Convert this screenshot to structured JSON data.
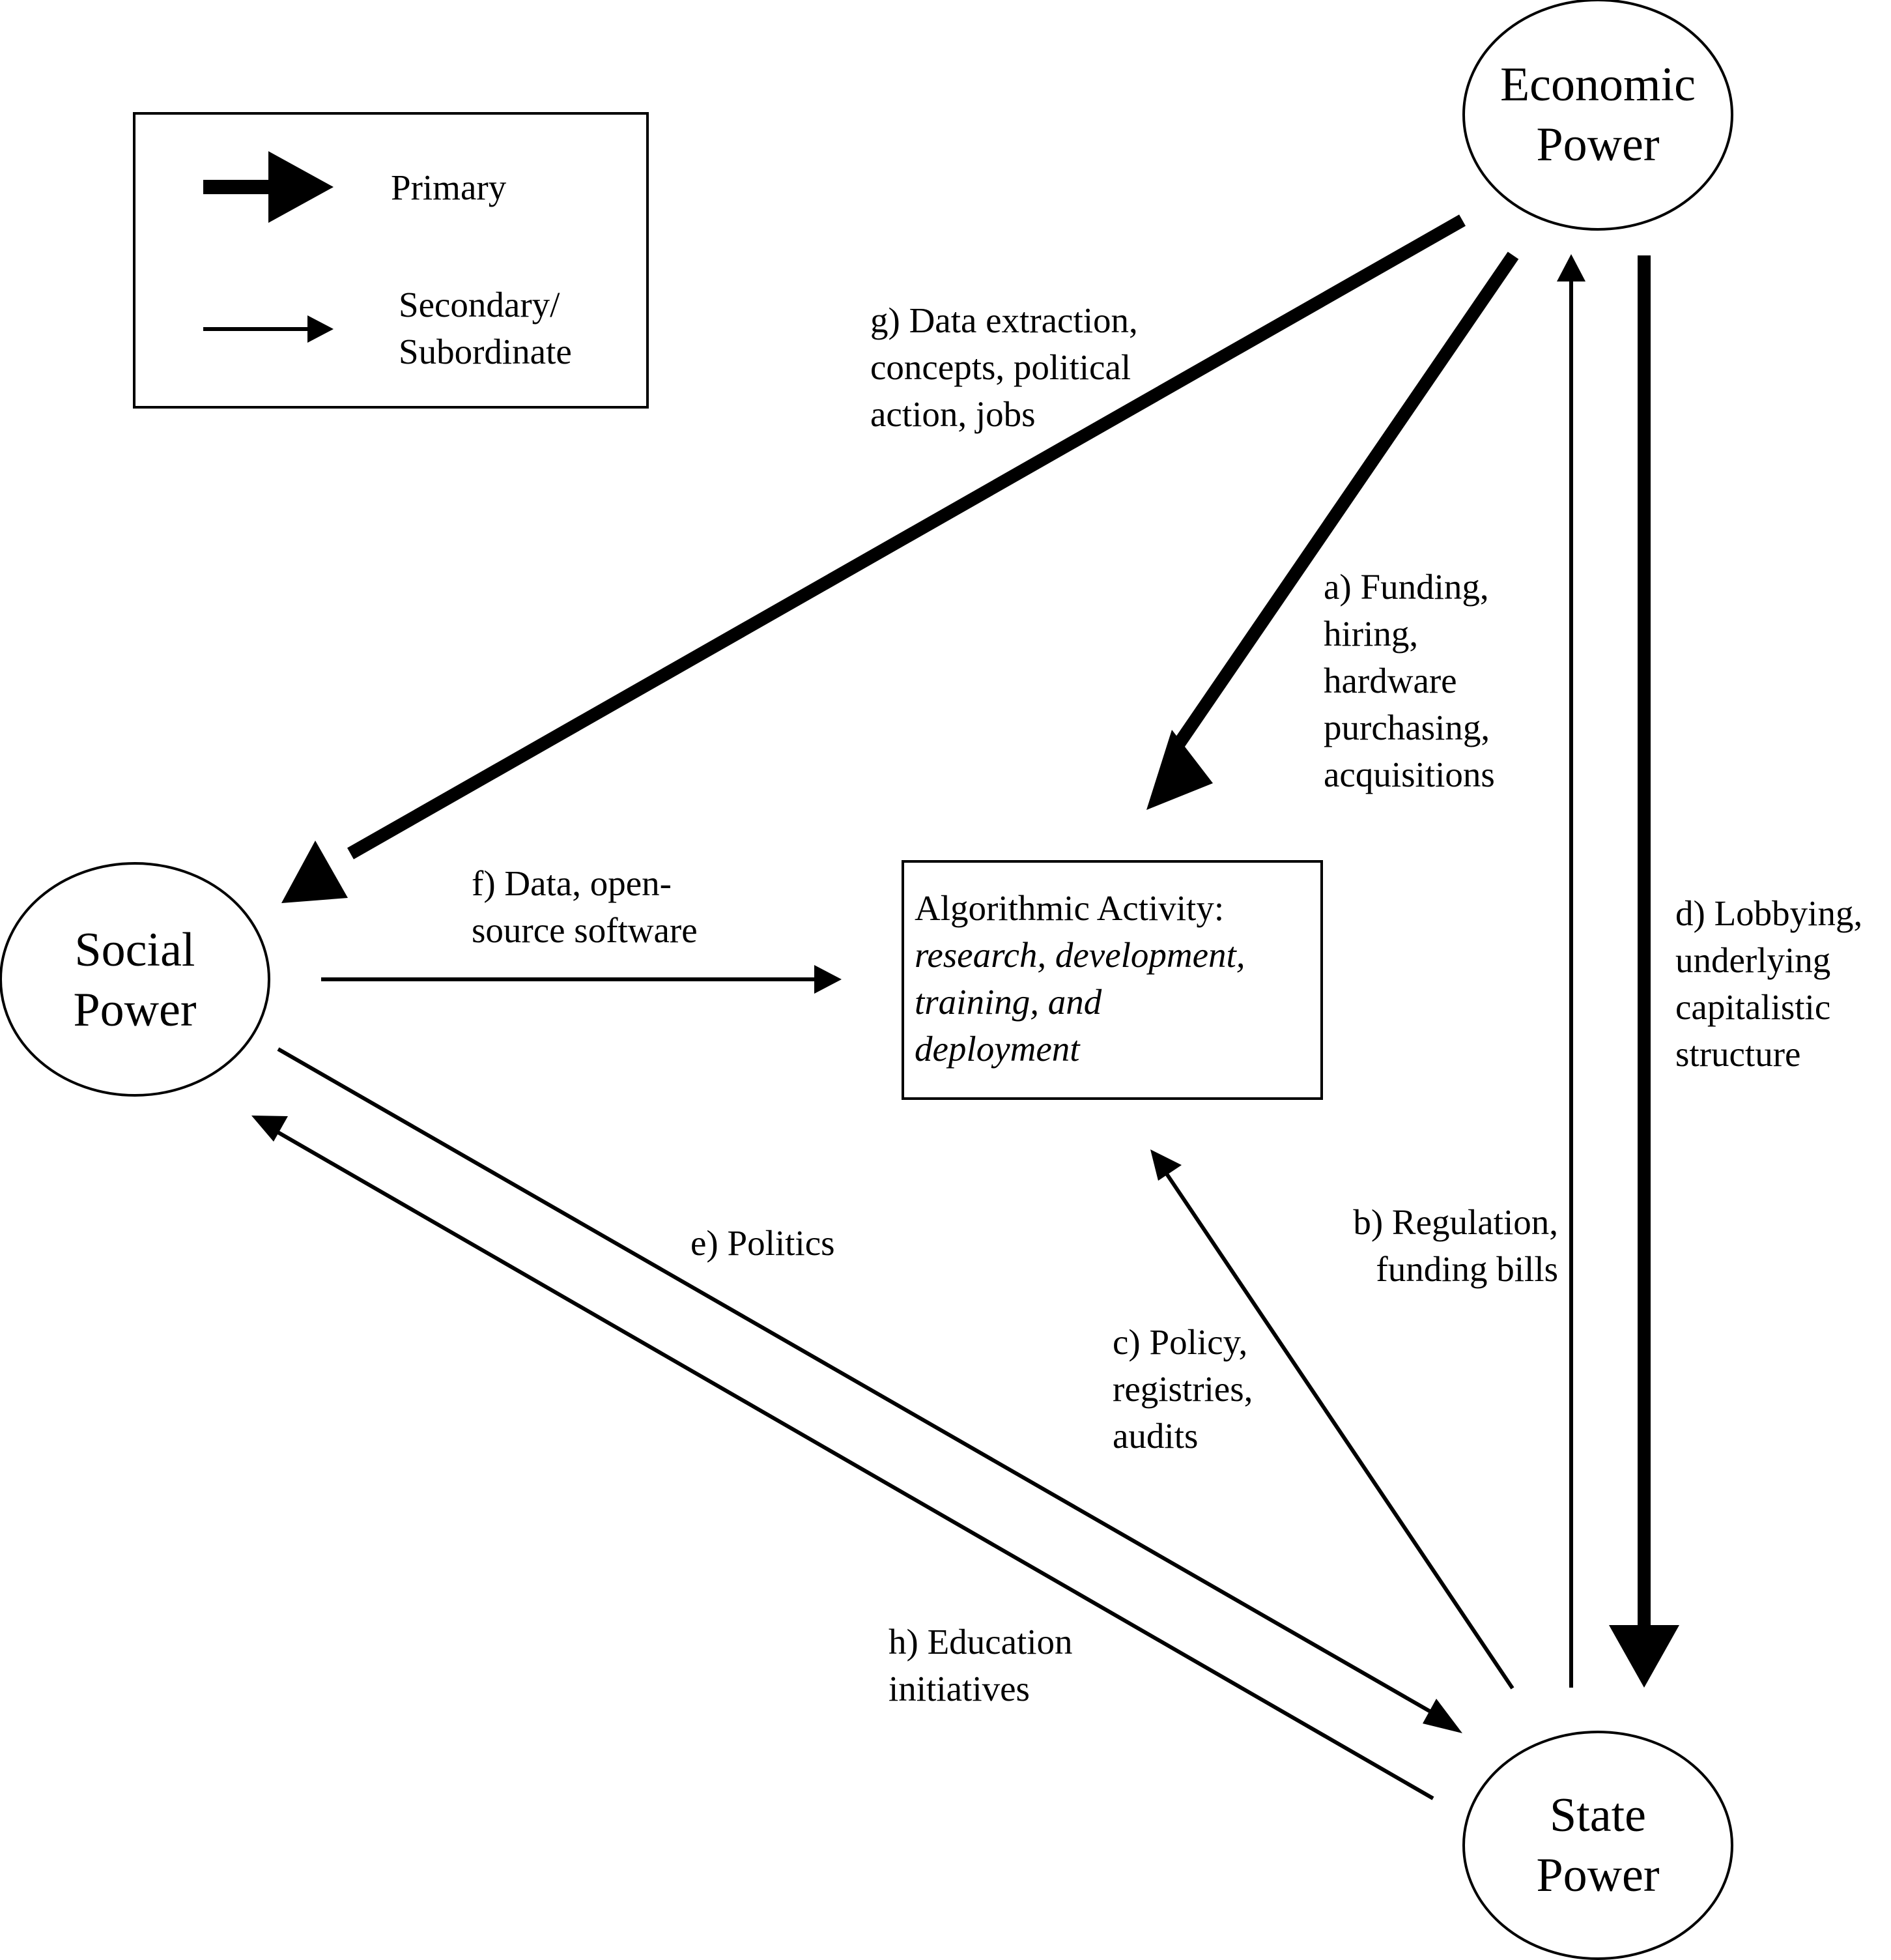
{
  "legend": {
    "primary_label": "Primary",
    "secondary_label": "Secondary/\nSubordinate"
  },
  "nodes": {
    "economic": "Economic\nPower",
    "social": "Social\nPower",
    "state": "State\nPower",
    "algorithmic": {
      "title": "Algorithmic Activity:",
      "subtitle": "research, development,\ntraining, and\ndeployment"
    }
  },
  "edges": {
    "a": {
      "label": "a) Funding,\nhiring,\nhardware\npurchasing,\nacquisitions",
      "weight": "primary"
    },
    "b": {
      "label": "b) Regulation,\nfunding bills",
      "weight": "secondary"
    },
    "c": {
      "label": "c) Policy,\nregistries,\naudits",
      "weight": "secondary"
    },
    "d": {
      "label": "d) Lobbying,\nunderlying\ncapitalistic\nstructure",
      "weight": "primary"
    },
    "e": {
      "label": "e) Politics",
      "weight": "secondary"
    },
    "f": {
      "label": "f) Data, open-\nsource software",
      "weight": "secondary"
    },
    "g": {
      "label": "g) Data extraction,\nconcepts, political\naction, jobs",
      "weight": "primary"
    },
    "h": {
      "label": "h) Education\ninitiatives",
      "weight": "secondary"
    }
  },
  "colors": {
    "ink": "#000000",
    "background": "#ffffff"
  }
}
